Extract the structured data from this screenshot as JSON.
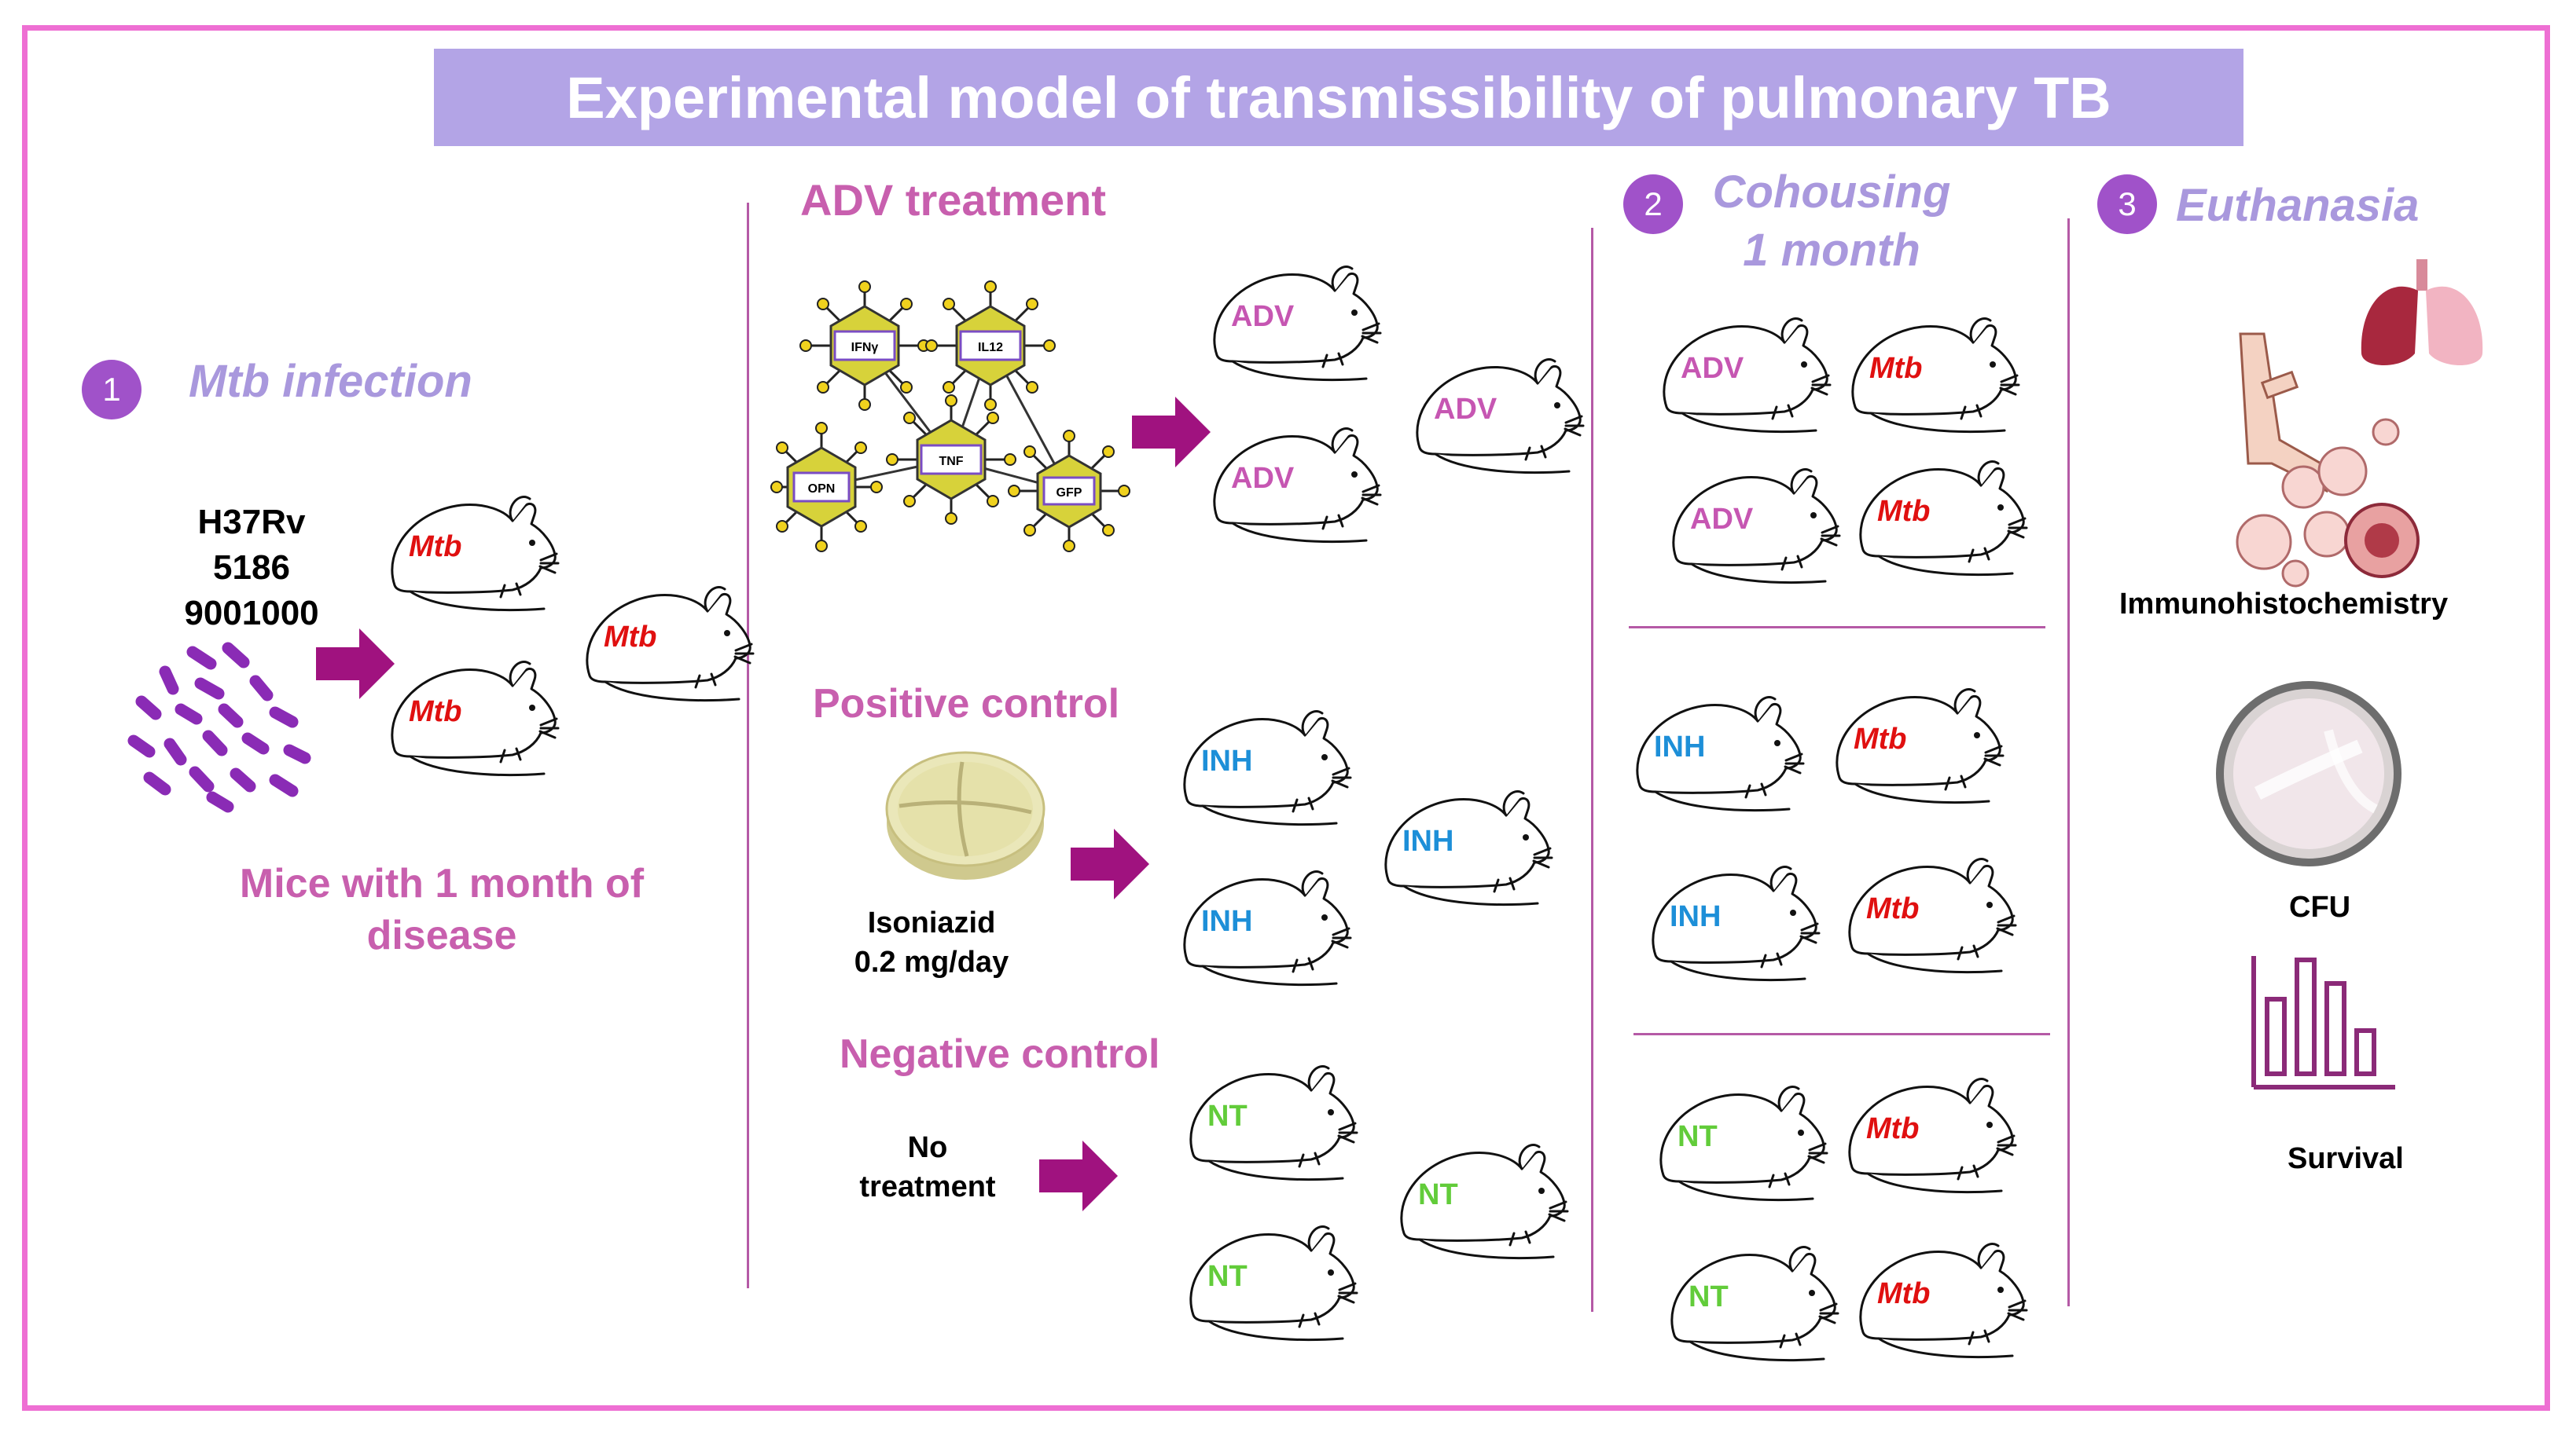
{
  "title": "Experimental model of transmissibility of pulmonary TB",
  "step1": {
    "number": "1",
    "title": "Mtb infection",
    "strains": [
      "H37Rv",
      "5186",
      "9001000"
    ],
    "caption_line1": "Mice with 1 month of",
    "caption_line2": "disease"
  },
  "adv": {
    "title": "ADV treatment",
    "vectors": [
      "IFNγ",
      "IL12",
      "TNF",
      "OPN",
      "GFP"
    ]
  },
  "positive": {
    "title": "Positive control",
    "drug": "Isoniazid",
    "dose": "0.2 mg/day"
  },
  "negative": {
    "title": "Negative control",
    "line1": "No",
    "line2": "treatment"
  },
  "step2": {
    "number": "2",
    "title_line1": "Cohousing",
    "title_line2": "1 month"
  },
  "step3": {
    "number": "3",
    "title": "Euthanasia",
    "readouts": [
      "Immunohistochemistry",
      "CFU",
      "Survival"
    ]
  },
  "labels": {
    "mtb": "Mtb",
    "adv": "ADV",
    "inh": "INH",
    "nt": "NT"
  },
  "colors": {
    "frame": "#ee6fd3",
    "title_bar": "#b3a4e6",
    "arrow": "#a0127f",
    "mtb": "#e01010",
    "adv": "#c656b2",
    "inh": "#1d8fd8",
    "nt": "#62cc3a"
  }
}
